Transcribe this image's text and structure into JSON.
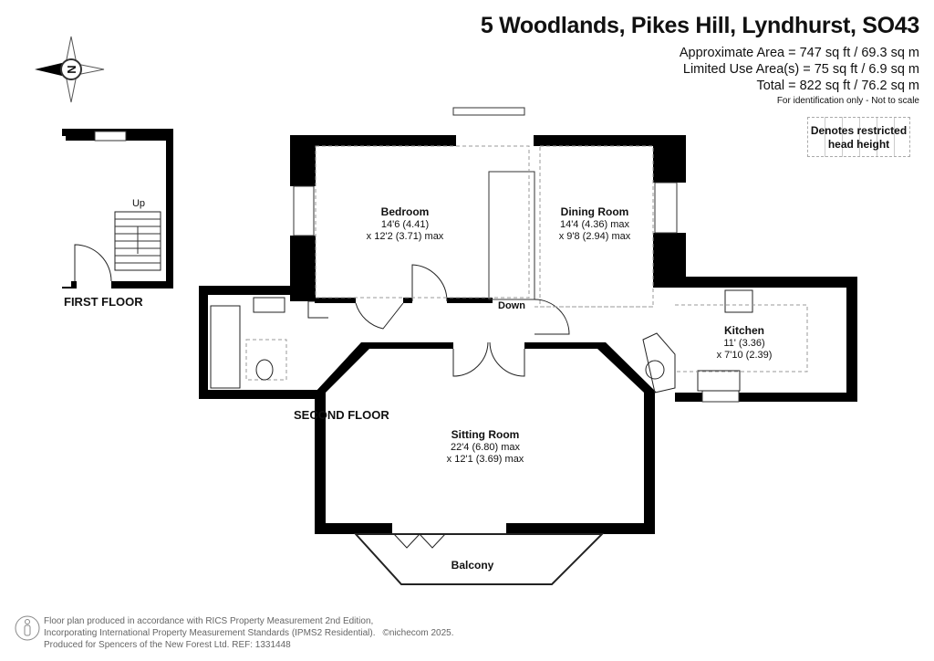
{
  "header": {
    "title": "5 Woodlands, Pikes Hill, Lyndhurst, SO43",
    "approx_area": "Approximate Area = 747 sq ft / 69.3 sq m",
    "limited_area": "Limited Use Area(s) = 75 sq ft / 6.9 sq m",
    "total_area": "Total = 822 sq ft / 76.2 sq m",
    "note": "For identification only - Not to scale"
  },
  "legend": {
    "line1": "Denotes restricted",
    "line2": "head height"
  },
  "compass": {
    "letter": "N"
  },
  "floors": {
    "first": "FIRST FLOOR",
    "second": "SECOND FLOOR"
  },
  "rooms": {
    "up": "Up",
    "down": "Down",
    "bedroom": {
      "name": "Bedroom",
      "dim1": "14'6 (4.41)",
      "dim2": "x 12'2 (3.71)  max"
    },
    "dining": {
      "name": "Dining Room",
      "dim1": "14'4 (4.36) max",
      "dim2": "x 9'8 (2.94) max"
    },
    "kitchen": {
      "name": "Kitchen",
      "dim1": "11' (3.36)",
      "dim2": "x 7'10 (2.39)"
    },
    "sitting": {
      "name": "Sitting Room",
      "dim1": "22'4 (6.80) max",
      "dim2": "x 12'1 (3.69) max"
    },
    "balcony": {
      "name": "Balcony"
    }
  },
  "footer": {
    "line1": "Floor plan produced in accordance with RICS Property Measurement 2nd Edition,",
    "line2": "Incorporating International Property Measurement Standards (IPMS2 Residential).",
    "line3": "Produced for Spencers of the New Forest Ltd.   REF: 1331448",
    "copyright": "©nichecom 2025."
  }
}
